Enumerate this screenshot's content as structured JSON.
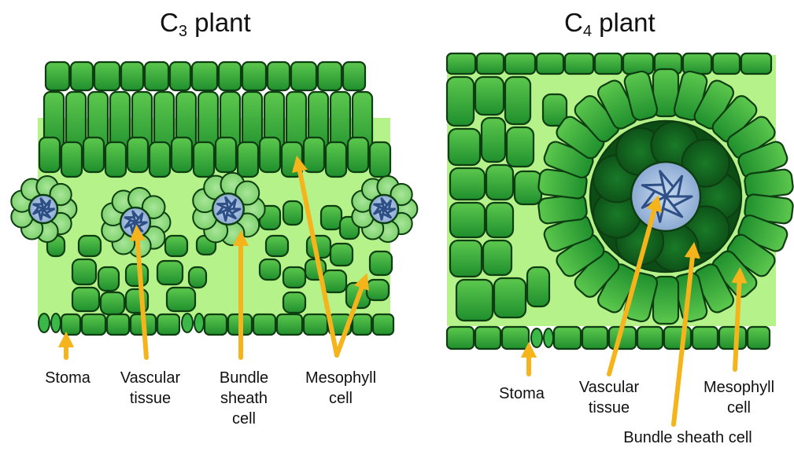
{
  "c3": {
    "title_prefix": "C",
    "title_sub": "3",
    "title_suffix": " plant",
    "labels": {
      "stoma": "Stoma",
      "vascular": "Vascular\ntissue",
      "bundle_sheath": "Bundle\nsheath\ncell",
      "mesophyll": "Mesophyll\ncell"
    }
  },
  "c4": {
    "title_prefix": "C",
    "title_sub": "4",
    "title_suffix": " plant",
    "labels": {
      "stoma": "Stoma",
      "vascular": "Vascular\ntissue",
      "mesophyll": "Mesophyll\ncell",
      "bundle_sheath": "Bundle sheath cell"
    }
  },
  "colors": {
    "cell": "#2aa33a",
    "cell_light": "#6fd160",
    "cell_dark": "#0f5a1b",
    "airspace": "#b5f28a",
    "vascular": "#8fb3dd",
    "vascular_dark": "#2e4f86",
    "arrow": "#f5b41c",
    "outline": "#0e3d12"
  }
}
